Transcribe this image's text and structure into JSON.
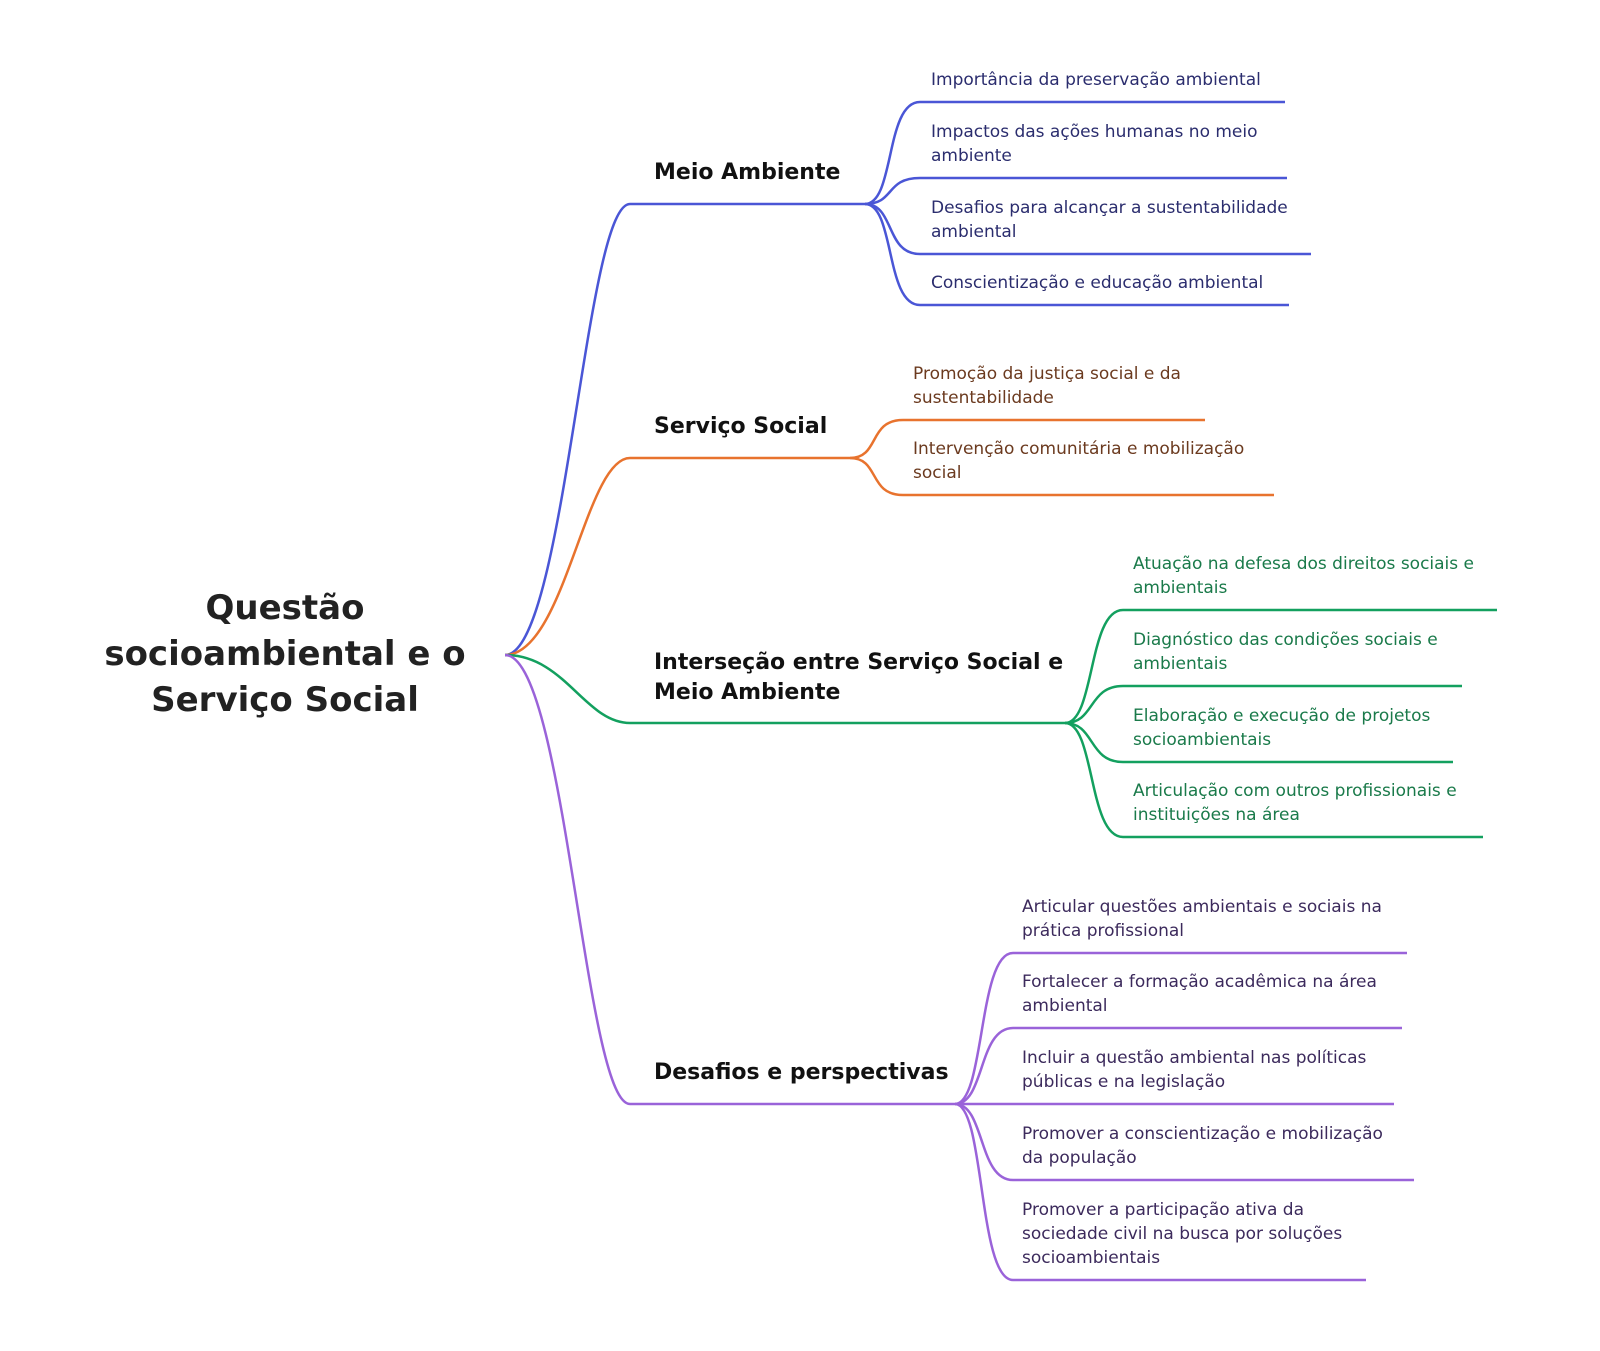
{
  "root": {
    "lines": [
      "Questão",
      "socioambiental e o",
      "Serviço Social"
    ]
  },
  "branches": [
    {
      "lines": [
        "Meio Ambiente"
      ],
      "color": "#4a56d6",
      "text_color": "#2b2d6e",
      "children": [
        {
          "lines": [
            "Importância da preservação ambiental"
          ]
        },
        {
          "lines": [
            "Impactos das ações humanas no meio",
            "ambiente"
          ]
        },
        {
          "lines": [
            "Desafios para alcançar a sustentabilidade",
            "ambiental"
          ]
        },
        {
          "lines": [
            "Conscientização e educação ambiental"
          ]
        }
      ]
    },
    {
      "lines": [
        "Serviço Social"
      ],
      "color": "#e8732e",
      "text_color": "#6b3a1f",
      "children": [
        {
          "lines": [
            "Promoção da justiça social e da",
            "sustentabilidade"
          ]
        },
        {
          "lines": [
            "Intervenção comunitária e mobilização",
            "social"
          ]
        }
      ]
    },
    {
      "lines": [
        "Interseção entre Serviço Social e",
        "Meio Ambiente"
      ],
      "color": "#13a05f",
      "text_color": "#1a7a4a",
      "children": [
        {
          "lines": [
            "Atuação na defesa dos direitos sociais e",
            "ambientais"
          ]
        },
        {
          "lines": [
            "Diagnóstico das condições sociais e",
            "ambientais"
          ]
        },
        {
          "lines": [
            "Elaboração e execução de projetos",
            "socioambientais"
          ]
        },
        {
          "lines": [
            "Articulação com outros profissionais e",
            "instituições na área"
          ]
        }
      ]
    },
    {
      "lines": [
        "Desafios e perspectivas"
      ],
      "color": "#9a63d9",
      "text_color": "#3c2a5c",
      "children": [
        {
          "lines": [
            "Articular questões ambientais e sociais na",
            "prática profissional"
          ]
        },
        {
          "lines": [
            "Fortalecer a formação acadêmica na área",
            "ambiental"
          ]
        },
        {
          "lines": [
            "Incluir a questão ambiental nas políticas",
            "públicas e na legislação"
          ]
        },
        {
          "lines": [
            "Promover a conscientização e mobilização",
            "da população"
          ]
        },
        {
          "lines": [
            "Promover a participação ativa da",
            "sociedade civil na busca por soluções",
            "socioambientais"
          ]
        }
      ]
    }
  ]
}
